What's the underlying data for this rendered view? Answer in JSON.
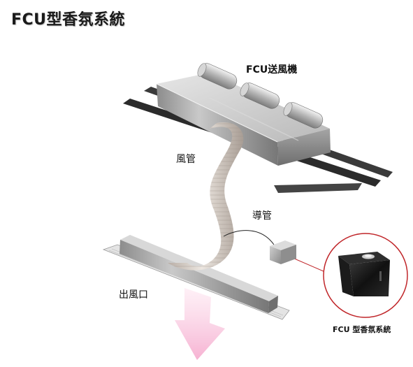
{
  "title": "FCU型香氛系統",
  "labels": {
    "fcu_unit": "FCU送風機",
    "air_duct": "風管",
    "conduit": "導管",
    "air_outlet": "出風口",
    "fcu_system": "FCU 型香氛系統"
  },
  "colors": {
    "callout_ring": "#c0262a",
    "airflow_arrow": "#f6b9d6",
    "metal": "#a8a8a8",
    "duct": "#d6ccc4"
  }
}
